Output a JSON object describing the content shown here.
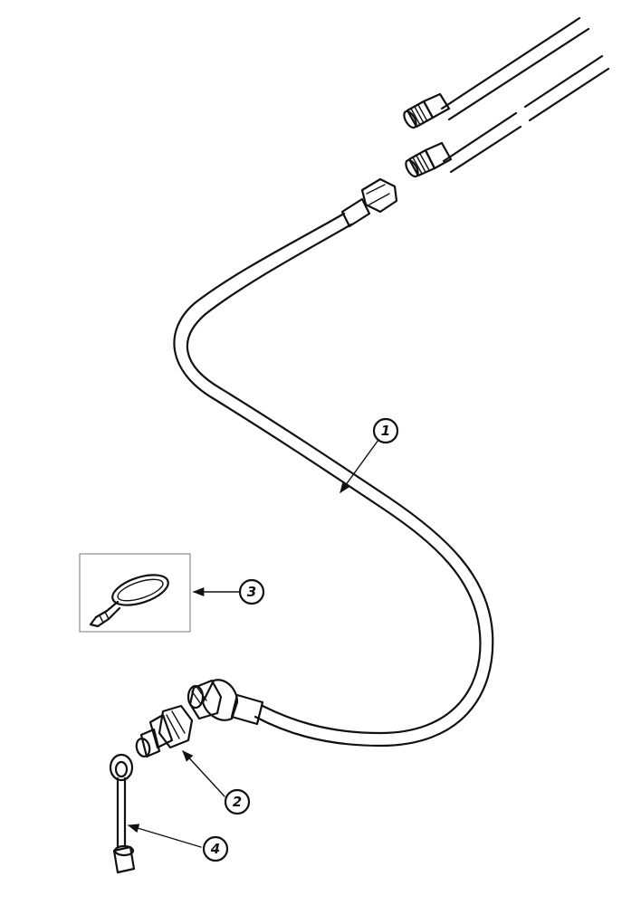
{
  "callouts": [
    {
      "id": "1",
      "label": "1"
    },
    {
      "id": "2",
      "label": "2"
    },
    {
      "id": "3",
      "label": "3"
    },
    {
      "id": "4",
      "label": "4"
    }
  ],
  "colors": {
    "ink": "#111111",
    "background": "#ffffff",
    "inset_border": "#777777"
  }
}
